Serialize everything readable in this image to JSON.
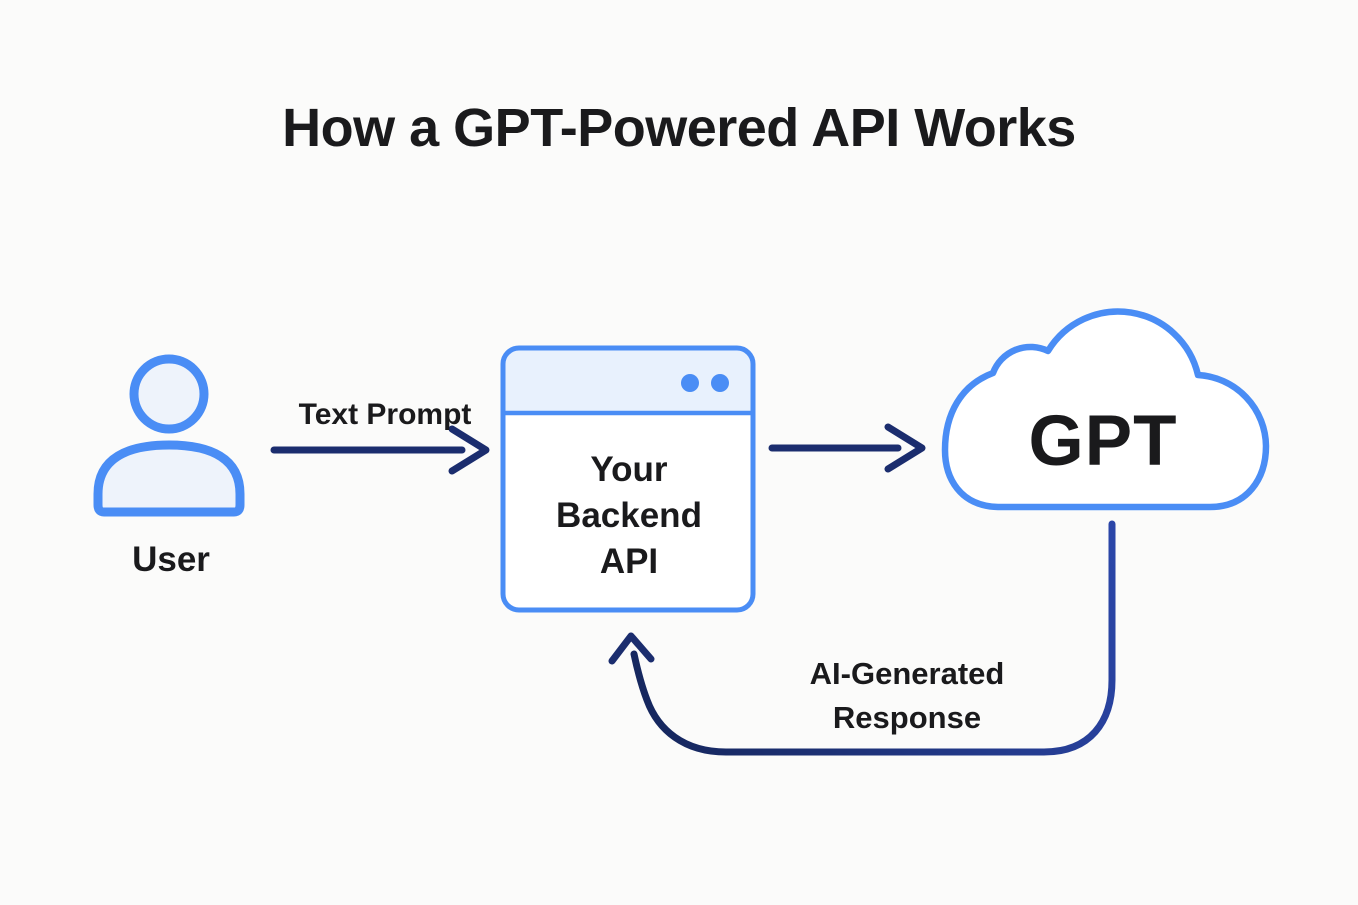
{
  "colors": {
    "canvas_bg": "#fbfbfa",
    "accent_blue": "#4a8df5",
    "fill_light_blue": "#e8f1fd",
    "fill_faint_blue": "#eef3fb",
    "arrow_navy": "#1b2d6e",
    "arrow_navy_bright": "#2b46a8",
    "text_primary": "#1a1a1c"
  },
  "title": "How a GPT-Powered API Works",
  "diagram": {
    "nodes": [
      {
        "id": "user",
        "label": "User",
        "icon": "person-icon"
      },
      {
        "id": "backend",
        "label": "Your\nBackend\nAPI",
        "icon": "browser-window-icon"
      },
      {
        "id": "gpt",
        "label": "GPT",
        "icon": "cloud-icon"
      }
    ],
    "edges": [
      {
        "from": "user",
        "to": "backend",
        "label": "Text Prompt"
      },
      {
        "from": "backend",
        "to": "gpt",
        "label": ""
      },
      {
        "from": "gpt",
        "to": "backend",
        "label": "AI-Generated\nResponse"
      }
    ]
  }
}
